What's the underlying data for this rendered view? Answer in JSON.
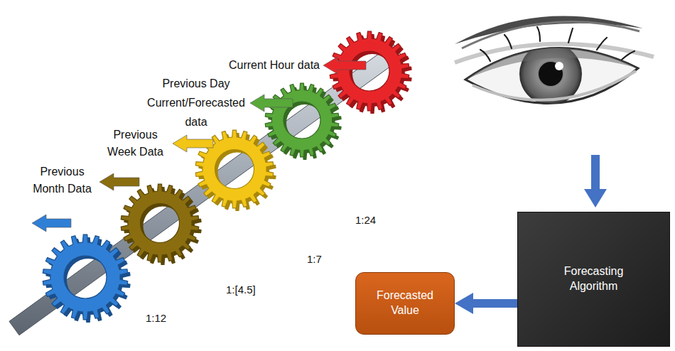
{
  "diagram": {
    "nodes": [
      {
        "text": [
          "Forecasting Algorithm"
        ]
      },
      {
        "text": [
          "Forecasted Value"
        ]
      }
    ],
    "edges": [
      {
        "from": 0,
        "to": 1,
        "arrow": "to"
      }
    ],
    "labels": [
      "Current Hour data",
      "Previous Day Current/Forecasted data",
      "Previous Week Data",
      "Previous Month Data",
      "1:24",
      "1:7",
      "1:[4.5]",
      "1:12"
    ]
  }
}
